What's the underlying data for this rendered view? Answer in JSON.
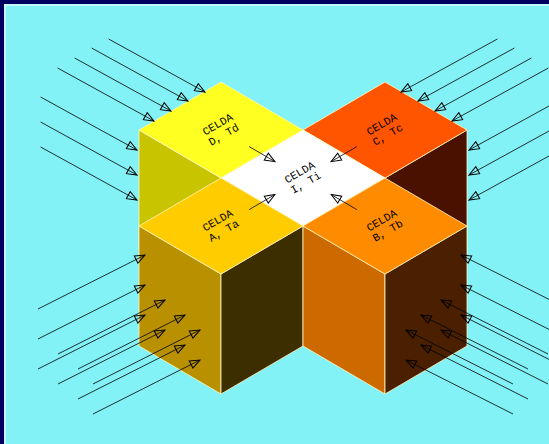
{
  "diagram": {
    "nodes": [
      {
        "text": [
          "CELDA D, Td"
        ]
      },
      {
        "text": [
          "CELDA C, Tc"
        ]
      },
      {
        "text": [
          "CELDA I, Ti"
        ]
      },
      {
        "text": [
          "CELDA A, Ta"
        ]
      },
      {
        "text": [
          "CELDA B, Tb"
        ]
      }
    ],
    "edges": [
      {
        "from": 0,
        "to": 2,
        "arrow": "to"
      },
      {
        "from": 1,
        "to": 2,
        "arrow": "to"
      },
      {
        "from": 3,
        "to": 2,
        "arrow": "to"
      },
      {
        "from": 4,
        "to": 2,
        "arrow": "to"
      }
    ]
  }
}
